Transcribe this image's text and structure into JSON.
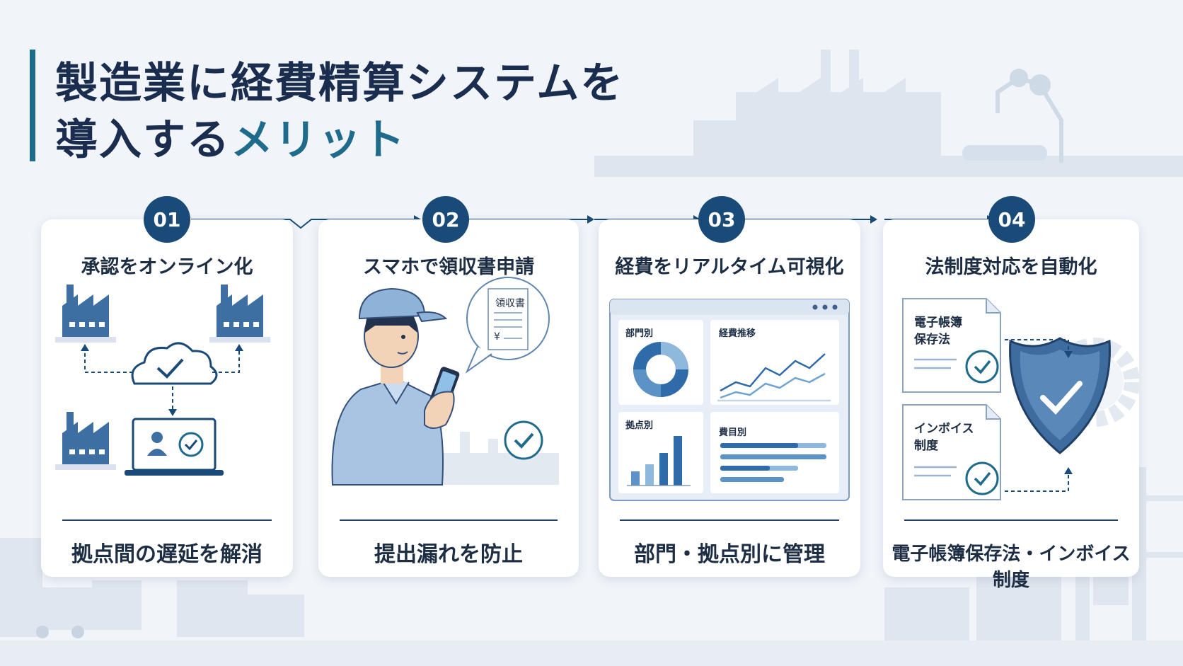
{
  "title": {
    "line1": "製造業に経費精算システムを",
    "line2_plain": "導入する",
    "line2_accent": "メリット"
  },
  "steps": [
    {
      "number": "01",
      "heading": "承認をオンライン化",
      "footer": "拠点間の遅延を解消"
    },
    {
      "number": "02",
      "heading": "スマホで領収書申請",
      "footer": "提出漏れを防止",
      "receipt_title": "領収書",
      "receipt_currency": "¥"
    },
    {
      "number": "03",
      "heading": "経費をリアルタイム可視化",
      "footer": "部門・拠点別に管理",
      "dashboard": {
        "panel1": "部門別",
        "panel2": "経費推移",
        "panel3": "拠点別",
        "panel4": "費目別"
      }
    },
    {
      "number": "04",
      "heading": "法制度対応を自動化",
      "footer": "電子帳簿保存法・インボイス制度",
      "doc1": "電子帳簿\n保存法",
      "doc2": "インボイス\n制度"
    }
  ],
  "colors": {
    "navy": "#1a4a78",
    "teal": "#1e6b8c",
    "light_blue": "#7da6cf",
    "background": "#f1f4f9"
  }
}
